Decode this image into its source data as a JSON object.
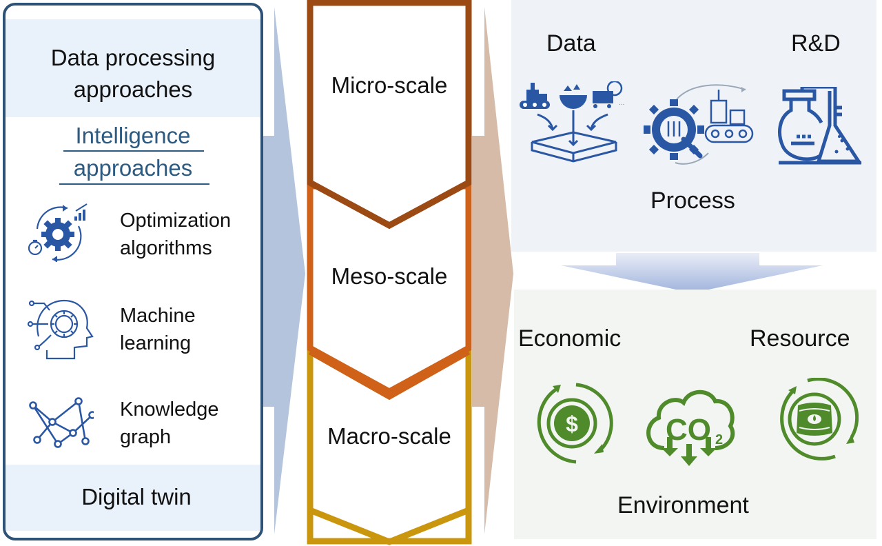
{
  "left_panel": {
    "title_line1": "Data processing",
    "title_line2": "approaches",
    "subtitle_line1": "Intelligence",
    "subtitle_line2": "approaches",
    "items": [
      {
        "icon": "optimization-gear-icon",
        "line1": "Optimization",
        "line2": "algorithms"
      },
      {
        "icon": "machine-learning-head-icon",
        "line1": "Machine",
        "line2": "learning"
      },
      {
        "icon": "knowledge-graph-icon",
        "line1": "Knowledge",
        "line2": "graph"
      }
    ],
    "footer": "Digital twin"
  },
  "scales": [
    {
      "label": "Micro-scale",
      "color": "#9c4a14"
    },
    {
      "label": "Meso-scale",
      "color": "#cf6118"
    },
    {
      "label": "Macro-scale",
      "color": "#c9960e"
    }
  ],
  "application_panel": {
    "labels": {
      "data": "Data",
      "rnd": "R&D",
      "process": "Process"
    },
    "icons": [
      "data-integration-icon",
      "process-gear-conveyor-icon",
      "lab-flask-icon"
    ]
  },
  "sustainability_panel": {
    "labels": {
      "economic": "Economic",
      "resource": "Resource",
      "environment": "Environment"
    },
    "icons": [
      "dollar-cycle-icon",
      "co2-cloud-icon",
      "oil-barrel-cycle-icon"
    ],
    "co2_text": "CO",
    "co2_sub": "2",
    "dollar_text": "$"
  },
  "colors": {
    "left_border": "#2e5275",
    "icon_blue": "#2a57a4",
    "icon_green": "#4f8a2b",
    "left_arrow": "#b3c4dc",
    "right_arrow": "#d5bba8",
    "top_panel_bg": "#eff2f7",
    "bottom_panel_bg": "#f2f5f1"
  }
}
